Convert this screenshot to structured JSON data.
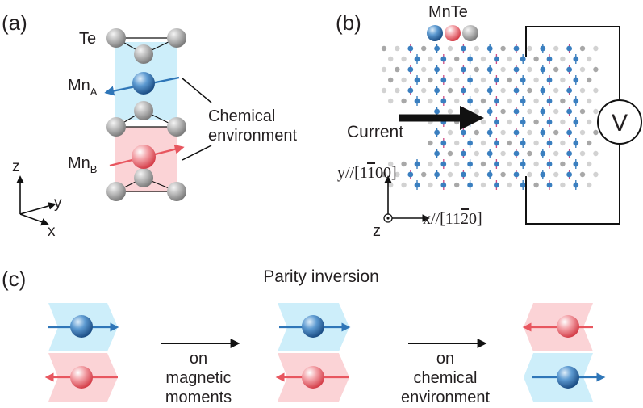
{
  "panel_a": {
    "label": "(a)",
    "te": "Te",
    "mn": "Mn",
    "sub_a": "A",
    "sub_b": "B",
    "chem_line1": "Chemical",
    "chem_line2": "environment",
    "axis_z": "z",
    "axis_y": "y",
    "axis_x": "x"
  },
  "panel_b": {
    "label": "(b)",
    "mnte": "MnTe",
    "current": "Current",
    "voltmeter": "V",
    "y_axis": "y//[1",
    "y_axis_bar": "1",
    "y_axis_end": "00]",
    "x_axis": "x//[11",
    "x_axis_bar": "2",
    "x_axis_end": "0]",
    "z_axis": "z"
  },
  "panel_c": {
    "label": "(c)",
    "title": "Parity inversion",
    "op1_line1": "on",
    "op1_line2": "magnetic",
    "op1_line3": "moments",
    "op2_line1": "on",
    "op2_line2": "chemical",
    "op2_line3": "environment"
  },
  "colors": {
    "blue_region": "#cdeefa",
    "red_region": "#fbd3d6",
    "blue_atom": "#2f76b8",
    "red_atom": "#e8565f",
    "te_atom": "#9a9a9a",
    "arrow_blue": "#2f76b8",
    "arrow_red": "#e8565f"
  }
}
